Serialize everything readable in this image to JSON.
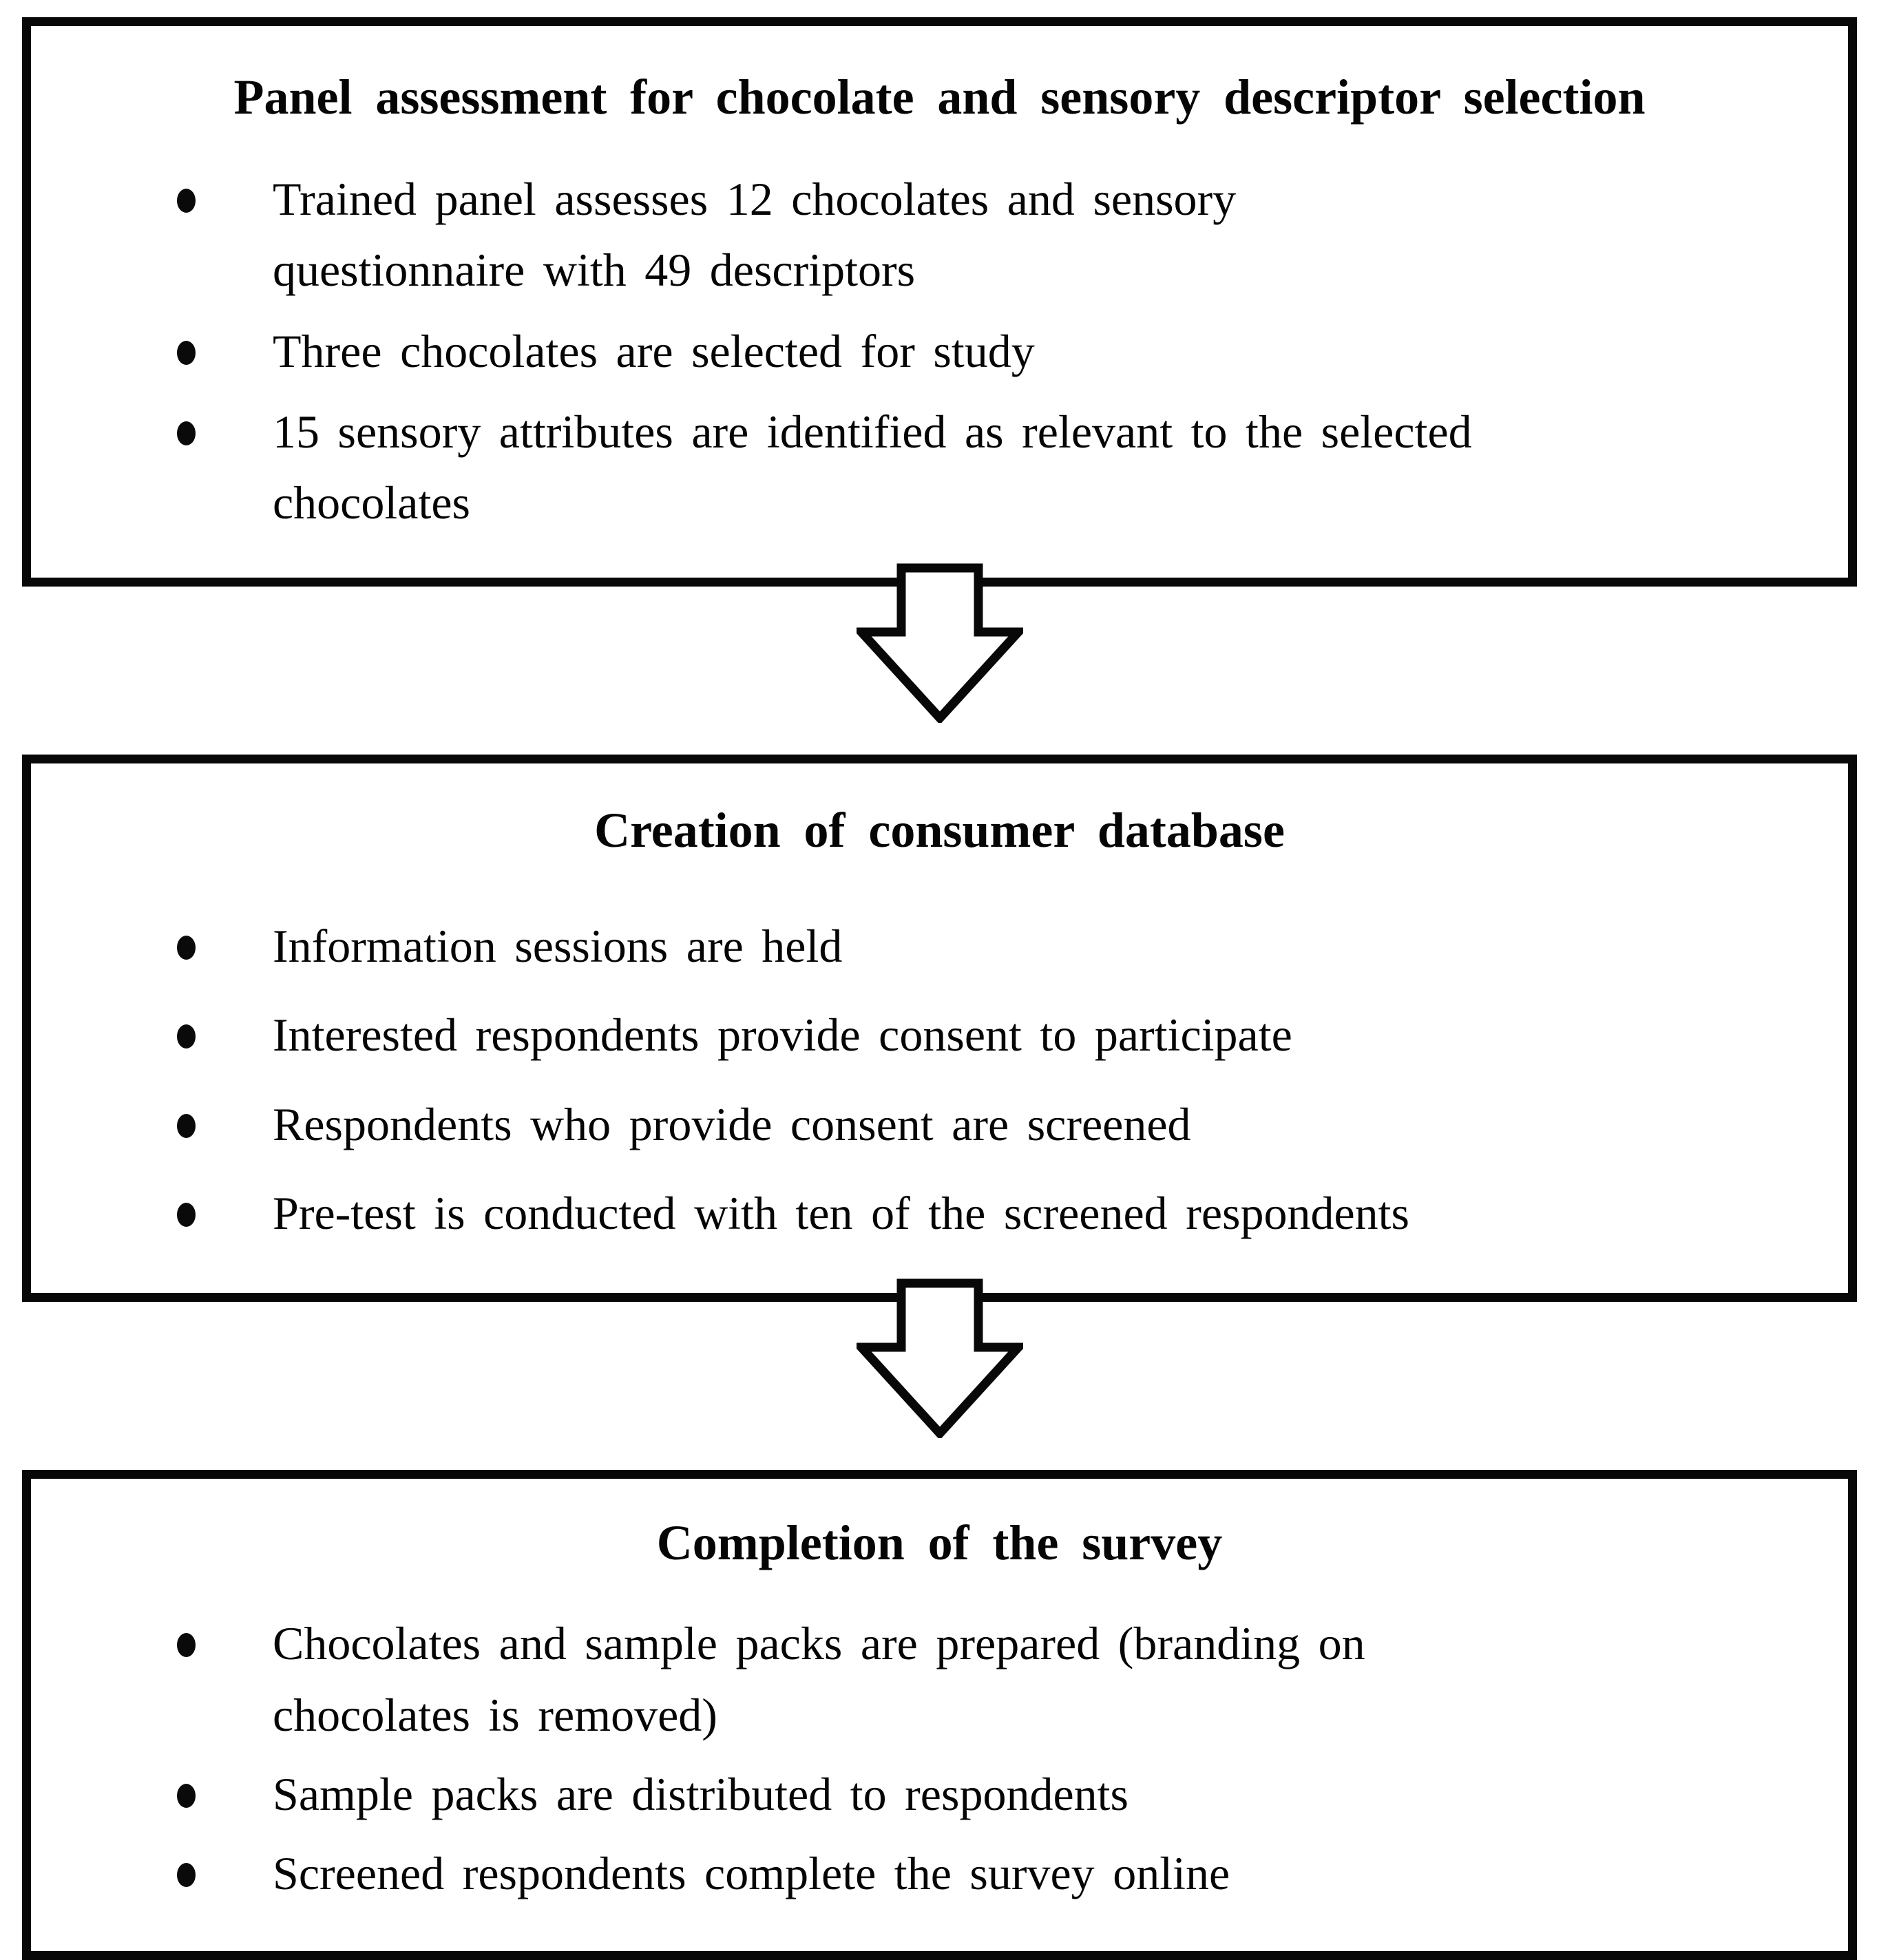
{
  "figure": {
    "description_icon": "down-block-arrow",
    "colors": {
      "background": "#ffffff",
      "border": "#080808",
      "text": "#050505"
    },
    "boxes": [
      {
        "title": "Panel assessment for chocolate and sensory descriptor selection",
        "bullets": [
          "Trained panel assesses 12 chocolates and sensory\nquestionnaire with 49 descriptors",
          "Three chocolates are selected for study",
          "15 sensory attributes are identified as relevant to the selected\nchocolates"
        ]
      },
      {
        "title": "Creation of consumer database",
        "bullets": [
          "Information sessions are held",
          "Interested respondents provide consent to participate",
          "Respondents who provide consent are screened",
          "Pre-test is conducted with ten of the screened respondents"
        ]
      },
      {
        "title": "Completion of the survey",
        "bullets": [
          "Chocolates and sample packs are prepared (branding on\nchocolates is removed)",
          "Sample packs are distributed to respondents",
          "Screened respondents complete the survey online"
        ]
      }
    ]
  }
}
